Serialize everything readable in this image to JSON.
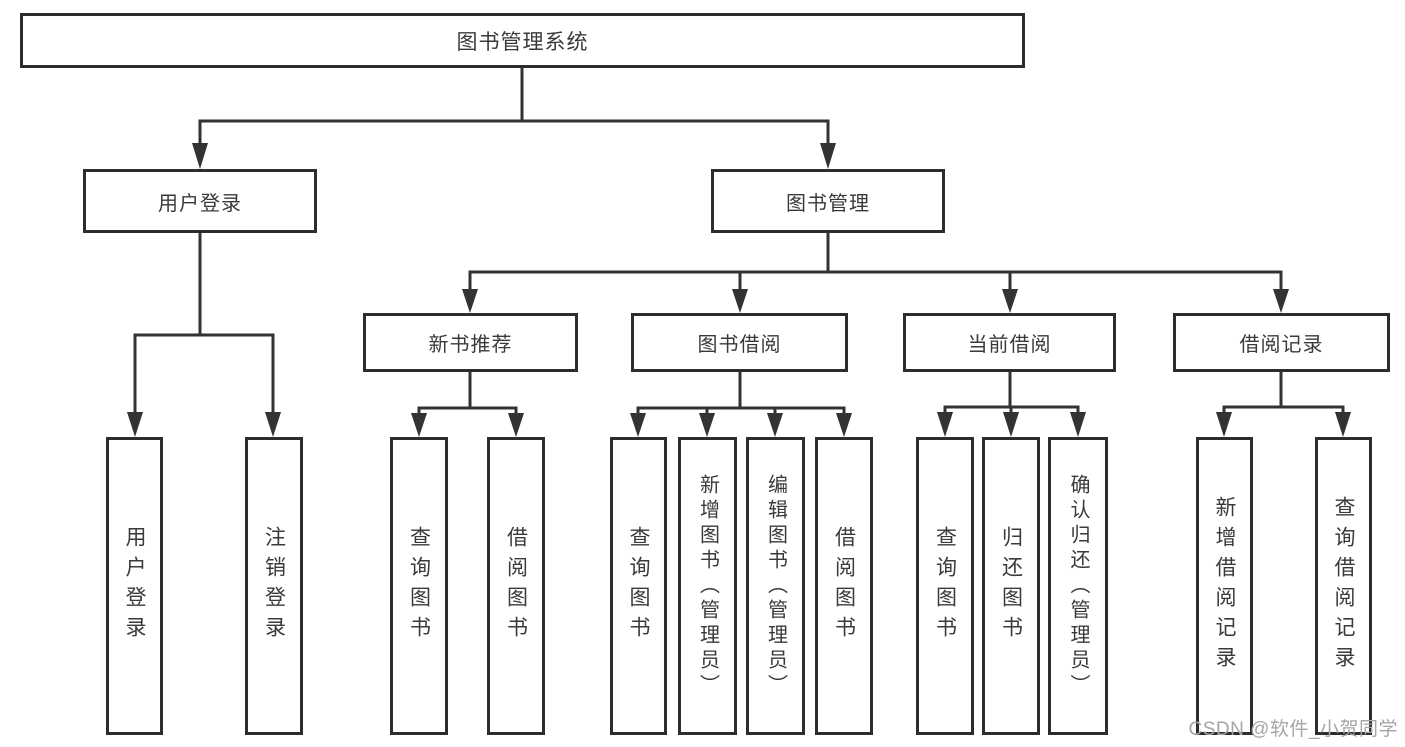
{
  "tree": {
    "root": "图书管理系统",
    "login": {
      "label": "用户登录",
      "children": [
        "用户登录",
        "注销登录"
      ]
    },
    "manage": {
      "label": "图书管理",
      "sections": {
        "new_book": {
          "label": "新书推荐",
          "children": [
            "查询图书",
            "借阅图书"
          ]
        },
        "borrow": {
          "label": "图书借阅",
          "children": [
            "查询图书",
            "新增图书（管理员）",
            "编辑图书（管理员）",
            "借阅图书"
          ]
        },
        "current": {
          "label": "当前借阅",
          "children": [
            "查询图书",
            "归还图书",
            "确认归还（管理员）"
          ]
        },
        "records": {
          "label": "借阅记录",
          "children": [
            "新增借阅记录",
            "查询借阅记录"
          ]
        }
      }
    }
  },
  "watermark": {
    "text": "CSDN @软件_小贺同学"
  },
  "colors": {
    "line": "#333333",
    "border": "#2d2d2d",
    "text": "#3a3a3a",
    "watermark": "#a6a6a6"
  }
}
